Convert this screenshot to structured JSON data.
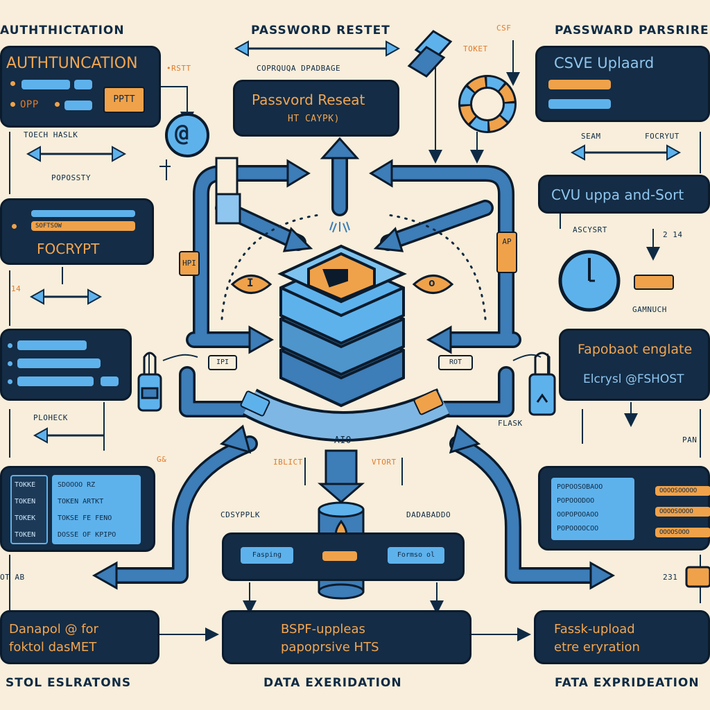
{
  "headers": {
    "top_left": "AUTHTHICTATION",
    "top_center": "PASSWORD RESTET",
    "top_right": "PASSWARD PARSRIRE",
    "bottom_left": "STOL ESLRATONS",
    "bottom_center": "DATA EXERIDATION",
    "bottom_right": "FATA EXPRIDEATION"
  },
  "panels": {
    "auth": {
      "title": "AUTHTUNCATION",
      "tag": "PPTT",
      "otp": "OPP"
    },
    "password_reset": {
      "title": "Passvord Reseat",
      "subtitle": "HT CAYPK)"
    },
    "csv_upload": {
      "title": "CSVE Uplaard"
    },
    "csv_sort": {
      "title": "CVU uppa and-Sort"
    },
    "encrypt": {
      "title": "FOCRYPT",
      "pill": "SOFTSOW"
    },
    "fapobaot": {
      "title": "Fapobaot englate",
      "subtitle": "Elcrysl @FSHOST"
    },
    "bottom_left": {
      "line1": "Danapol @ for",
      "line2": "foktol dasMET"
    },
    "bottom_center": {
      "line1": "BSPF-uppleas",
      "line2": "papoprsive HTS"
    },
    "bottom_right": {
      "line1": "Fassk-upload",
      "line2": "etre eryration"
    },
    "db_panel": {
      "left": "Fasping",
      "right": "Formso ol"
    }
  },
  "labels": {
    "copryqua": "COPRQUQA DPADBAGE",
    "rstt": "•RSTT",
    "toket": "TOKET",
    "csrf": "CSF",
    "toech_haslk": "TOECH HASLK",
    "popossty": "POPOSSTY",
    "sdam": "SEAM",
    "focryut": "FOCRYUT",
    "ascysrt": "ASCYSRT",
    "num214": "2 14",
    "gamnuch": "GAMNUCH",
    "plocheck": "PLOHECK",
    "flask": "FLASK",
    "pan": "PAN",
    "iblict": "IBLICT",
    "vtort": "VTORT",
    "cdsypplk": "CDSYPPLK",
    "dadabaddo": "DADABADDO",
    "aio": "AIO",
    "hpi": "HPI",
    "ipi": "IPI",
    "rot": "ROT",
    "ap": "AP",
    "num14": "14",
    "num231": "231",
    "otab": "OT AB",
    "gbt": "G&",
    "token_rows": [
      "TOKKE",
      "TOKEN",
      "TOKEK",
      "TOKEN"
    ],
    "token_right": [
      "SDOOOO RZ",
      "TOKEN ARTKT",
      "TOKSE FE FENO",
      "DOSSE OF KPIPO"
    ],
    "right_list": [
      "POPOOSOBAOO",
      "POPOOODOO",
      "OOPOPOOAOO",
      "POPOOOOCOO"
    ],
    "right_pills": [
      "OOOOSOOOOO",
      "OOOOSOOOO",
      "OOOOSOOO"
    ]
  },
  "colors": {
    "background": "#f8eedb",
    "navy": "#142c45",
    "blue": "#5eb2ec",
    "pipe": "#3d7db8",
    "orange": "#f0a24a"
  }
}
